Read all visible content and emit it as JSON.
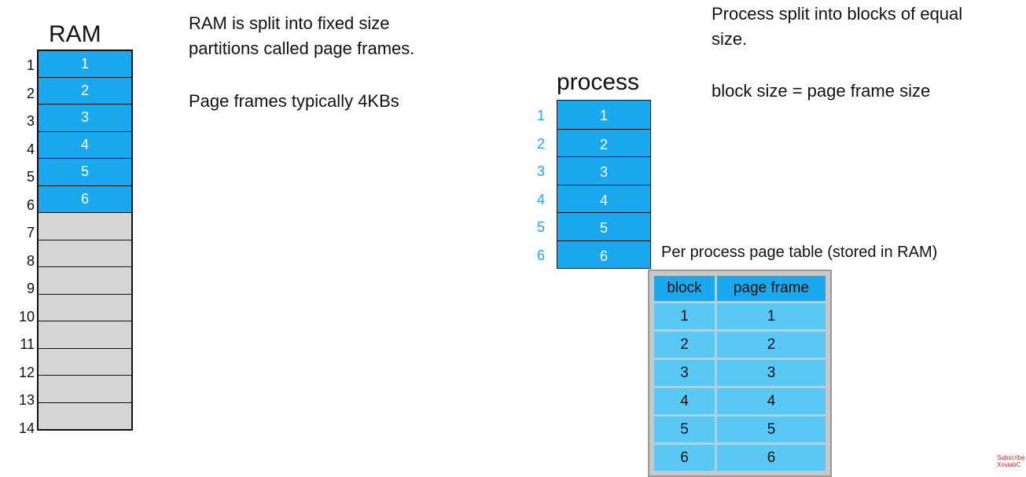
{
  "ram": {
    "title": "RAM",
    "row_numbers": [
      "1",
      "2",
      "3",
      "4",
      "5",
      "6",
      "7",
      "8",
      "9",
      "10",
      "11",
      "12",
      "13",
      "14"
    ],
    "cells": [
      "1",
      "2",
      "3",
      "4",
      "5",
      "6",
      "",
      "",
      "",
      "",
      "",
      "",
      "",
      ""
    ],
    "used_color": "#1aa9ee",
    "free_color": "#d5d5d5"
  },
  "ram_text": {
    "line1": "RAM is split into fixed size",
    "line2": "partitions called page frames.",
    "line3": "Page frames typically 4KBs"
  },
  "process_text": {
    "line1": "Process split into blocks of equal",
    "line2": "size.",
    "line3": "block size = page frame size"
  },
  "process": {
    "title": "process",
    "row_numbers": [
      "1",
      "2",
      "3",
      "4",
      "5",
      "6"
    ],
    "cells": [
      "1",
      "2",
      "3",
      "4",
      "5",
      "6"
    ]
  },
  "page_table": {
    "caption": "Per process page table (stored in RAM)",
    "headers": [
      "block",
      "page frame"
    ],
    "rows": [
      [
        "1",
        "1"
      ],
      [
        "2",
        "2"
      ],
      [
        "3",
        "3"
      ],
      [
        "4",
        "4"
      ],
      [
        "5",
        "5"
      ],
      [
        "6",
        "6"
      ]
    ]
  },
  "watermark": {
    "line1": "Subscribe",
    "line2": "XoviabC"
  }
}
